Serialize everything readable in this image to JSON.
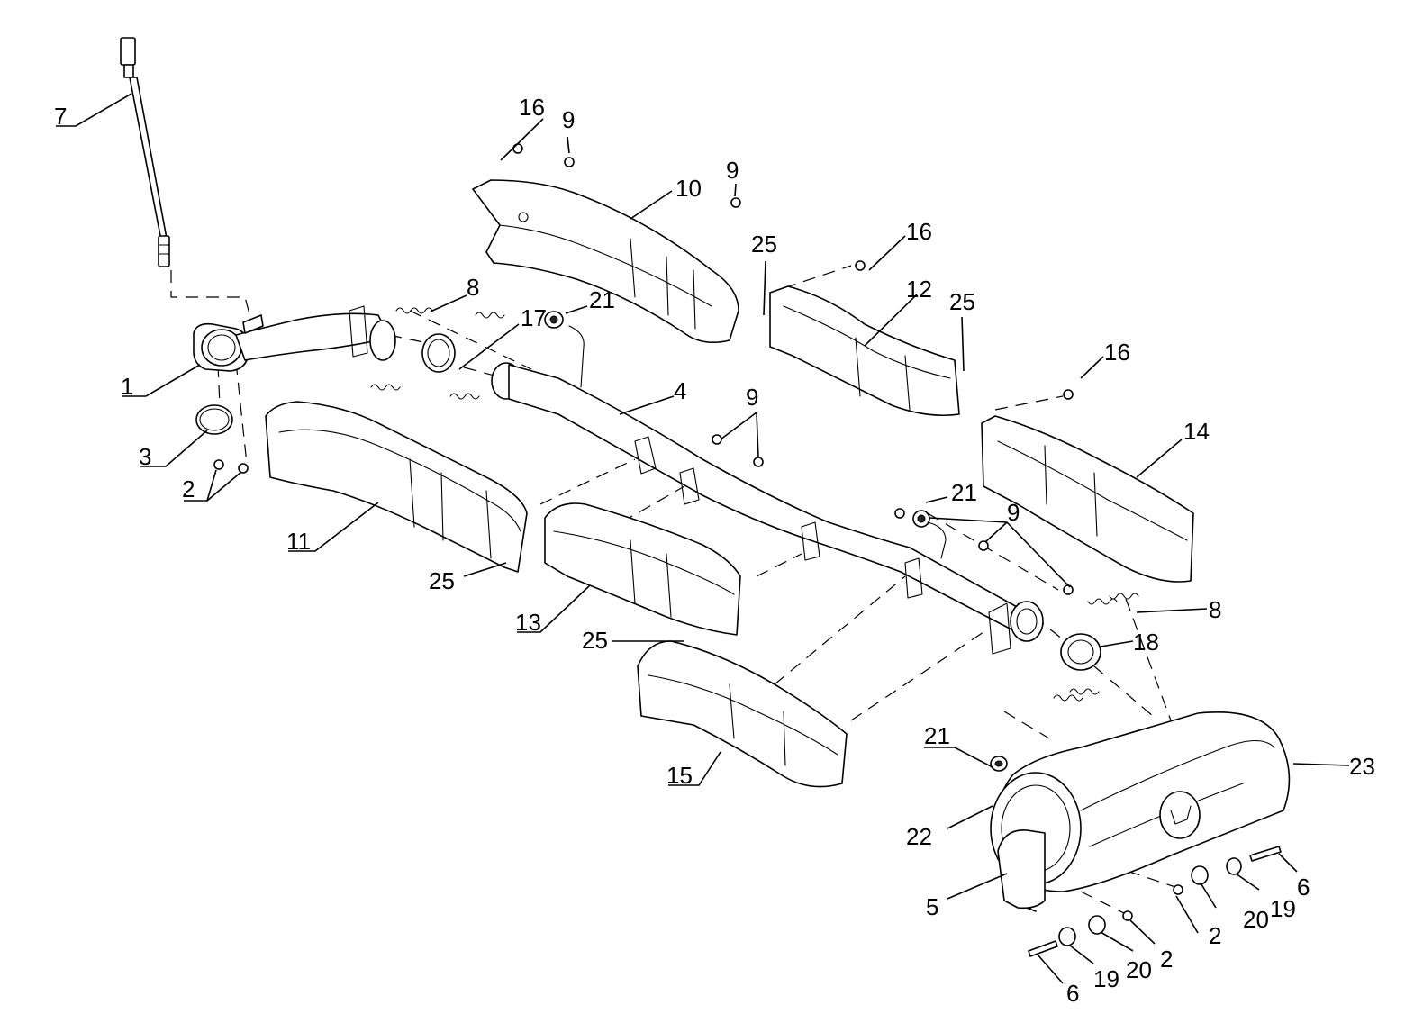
{
  "callouts": [
    {
      "id": "c1",
      "text": "1"
    },
    {
      "id": "c2a",
      "text": "2"
    },
    {
      "id": "c2b",
      "text": "2"
    },
    {
      "id": "c2c",
      "text": "2"
    },
    {
      "id": "c3",
      "text": "3"
    },
    {
      "id": "c4",
      "text": "4"
    },
    {
      "id": "c5",
      "text": "5"
    },
    {
      "id": "c6a",
      "text": "6"
    },
    {
      "id": "c6b",
      "text": "6"
    },
    {
      "id": "c7",
      "text": "7"
    },
    {
      "id": "c8a",
      "text": "8"
    },
    {
      "id": "c8b",
      "text": "8"
    },
    {
      "id": "c9a",
      "text": "9"
    },
    {
      "id": "c9b",
      "text": "9"
    },
    {
      "id": "c9c",
      "text": "9"
    },
    {
      "id": "c9d",
      "text": "9"
    },
    {
      "id": "c10",
      "text": "10"
    },
    {
      "id": "c11",
      "text": "11"
    },
    {
      "id": "c12",
      "text": "12"
    },
    {
      "id": "c13",
      "text": "13"
    },
    {
      "id": "c14",
      "text": "14"
    },
    {
      "id": "c15",
      "text": "15"
    },
    {
      "id": "c16a",
      "text": "16"
    },
    {
      "id": "c16b",
      "text": "16"
    },
    {
      "id": "c16c",
      "text": "16"
    },
    {
      "id": "c17",
      "text": "17"
    },
    {
      "id": "c18",
      "text": "18"
    },
    {
      "id": "c19a",
      "text": "19"
    },
    {
      "id": "c19b",
      "text": "19"
    },
    {
      "id": "c20a",
      "text": "20"
    },
    {
      "id": "c20b",
      "text": "20"
    },
    {
      "id": "c21a",
      "text": "21"
    },
    {
      "id": "c21b",
      "text": "21"
    },
    {
      "id": "c21c",
      "text": "21"
    },
    {
      "id": "c22",
      "text": "22"
    },
    {
      "id": "c23",
      "text": "23"
    },
    {
      "id": "c25a",
      "text": "25"
    },
    {
      "id": "c25b",
      "text": "25"
    },
    {
      "id": "c25c",
      "text": "25"
    },
    {
      "id": "c25d",
      "text": "25"
    }
  ]
}
